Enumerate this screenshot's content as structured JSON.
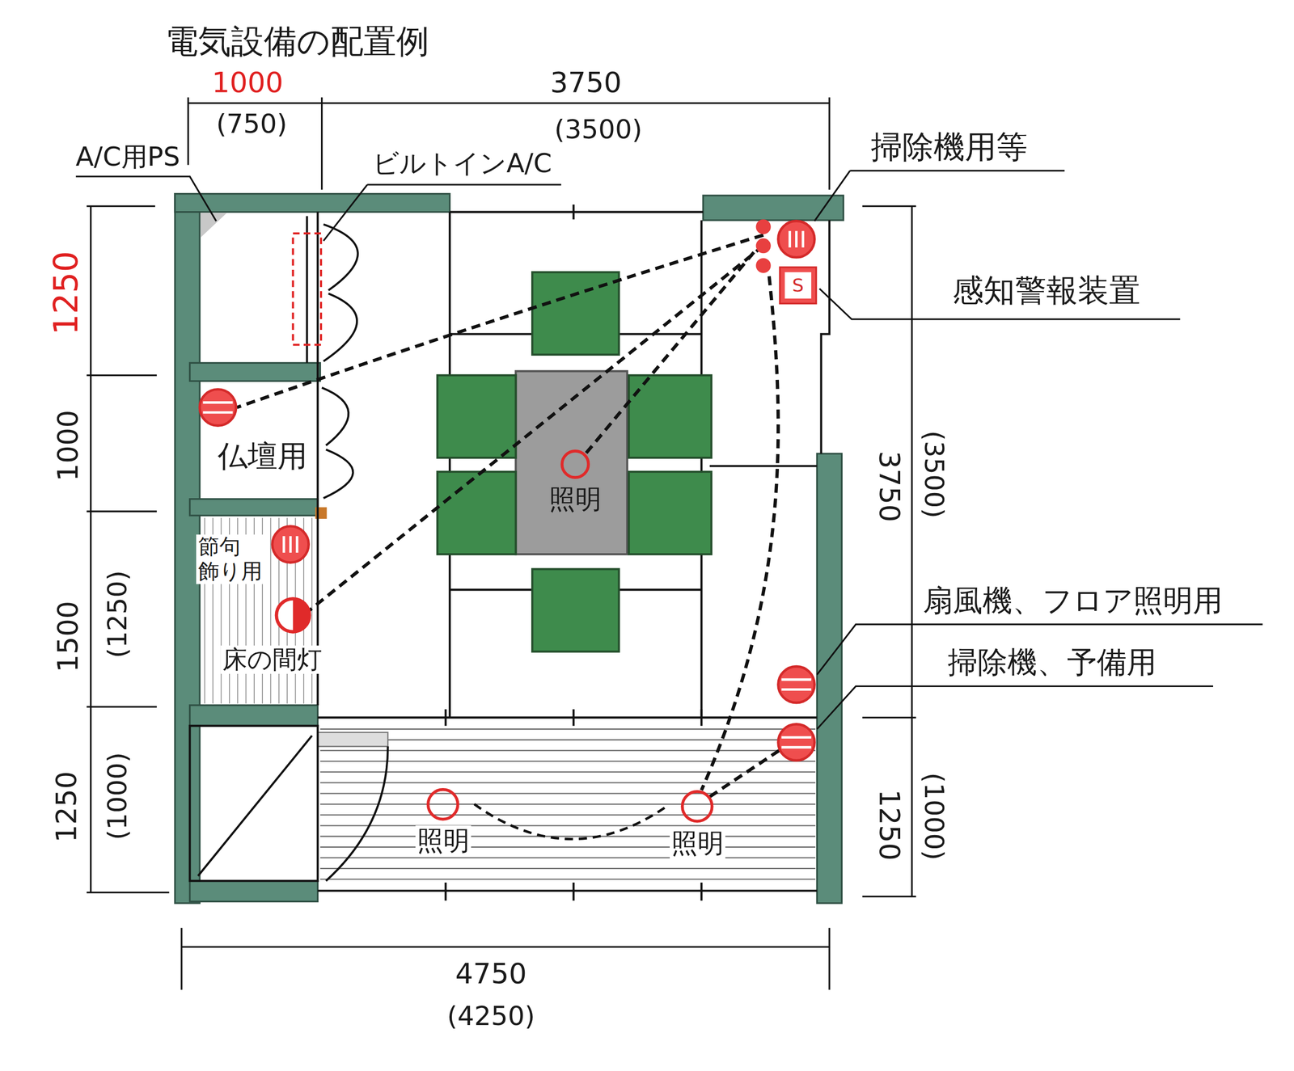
{
  "diagram": {
    "title": "電気設備の配置例",
    "nodes": [
      {
        "text": [
          "照明"
        ]
      },
      {
        "text": [
          "照明"
        ]
      },
      {
        "text": [
          "照明"
        ]
      }
    ],
    "edges": [
      {
        "from": 1,
        "to": 2,
        "arrow": "none"
      }
    ],
    "labels": [
      "1000",
      "(750)",
      "3750",
      "(3500)",
      "A/C用PS",
      "ビルトインA/C",
      "掃除機用等",
      "1250",
      "S",
      "感知警報装置",
      "1000",
      "仏壇用",
      "節句 飾り用",
      "床の間灯",
      "1500",
      "(1250)",
      "3750",
      "(3500)",
      "扇風機、フロア照明用",
      "掃除機、予備用",
      "1250",
      "(1000)",
      "1250",
      "(1000)",
      "4750",
      "(4250)"
    ]
  }
}
